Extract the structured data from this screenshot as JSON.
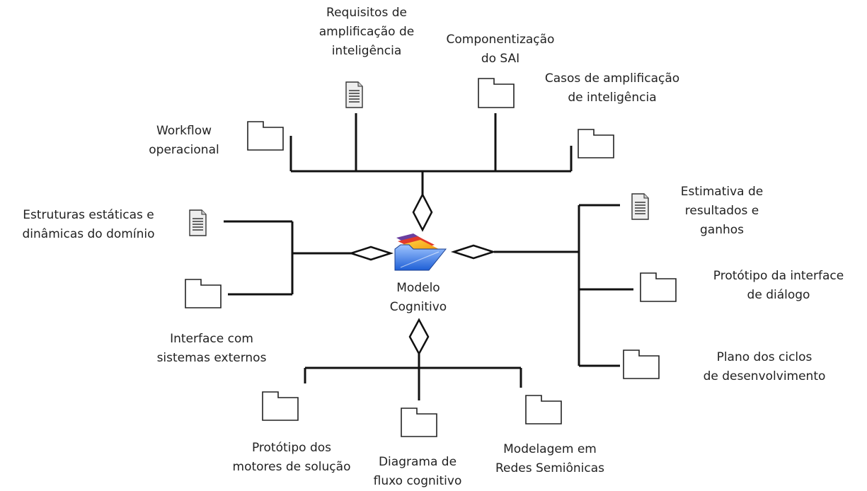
{
  "center": {
    "label": "Modelo\nCognitivo"
  },
  "nodes": [
    {
      "id": "requisitos",
      "label": "Requisitos de\namplificação de\ninteligência",
      "icon": "document-icon"
    },
    {
      "id": "componentizacao",
      "label": "Componentização\ndo SAI",
      "icon": "folder-icon"
    },
    {
      "id": "casos",
      "label": "Casos de amplificação\nde inteligência",
      "icon": "folder-icon"
    },
    {
      "id": "workflow",
      "label": "Workflow\noperacional",
      "icon": "folder-icon"
    },
    {
      "id": "estruturas",
      "label": "Estruturas estáticas e\ndinâmicas do domínio",
      "icon": "document-icon"
    },
    {
      "id": "interface-externos",
      "label": "Interface com\nsistemas externos",
      "icon": "folder-icon"
    },
    {
      "id": "estimativa",
      "label": "Estimativa de\nresultados e\nganhos",
      "icon": "document-icon"
    },
    {
      "id": "prototipo-interface",
      "label": "Protótipo da interface\nde diálogo",
      "icon": "folder-icon"
    },
    {
      "id": "plano",
      "label": "Plano dos ciclos\nde desenvolvimento",
      "icon": "folder-icon"
    },
    {
      "id": "prototipo-motores",
      "label": "Protótipo dos\nmotores de solução",
      "icon": "folder-icon"
    },
    {
      "id": "diagrama-fluxo",
      "label": "Diagrama de\nfluxo cognitivo",
      "icon": "folder-icon"
    },
    {
      "id": "modelagem-redes",
      "label": "Modelagem em\nRedes Semiônicas",
      "icon": "folder-icon"
    }
  ]
}
